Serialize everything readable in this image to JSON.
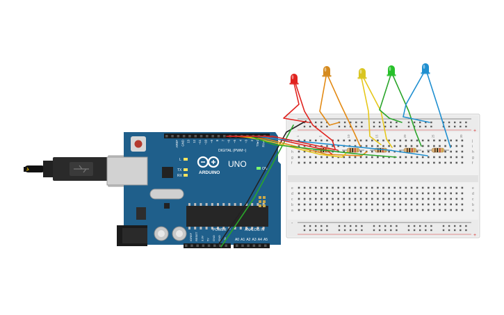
{
  "arduino": {
    "brand": "ARDUINO",
    "model": "UNO",
    "digital_label": "DIGITAL (PWM~)",
    "power_label": "POWER",
    "analog_label": "ANALOG IN",
    "led_on": "ON",
    "led_l": "L",
    "led_tx": "TX",
    "led_rx": "RX",
    "aref": "AREF",
    "gnd": "GND",
    "digital_pins": [
      "13",
      "12",
      "~11",
      "~10",
      "~9",
      "8",
      "7",
      "~6",
      "~5",
      "4",
      "~3",
      "2",
      "TX▸1",
      "RX◂0"
    ],
    "power_pins": [
      "IOREF",
      "RESET",
      "3.3V",
      "5V",
      "GND",
      "GND",
      "Vin"
    ],
    "analog_pins": [
      "A0",
      "A1",
      "A2",
      "A3",
      "A4",
      "A5"
    ]
  },
  "breadboard": {
    "rows_top": [
      "j",
      "i",
      "h",
      "g",
      "f"
    ],
    "rows_bottom": [
      "e",
      "d",
      "c",
      "b",
      "a"
    ],
    "col_numbers": [
      "1",
      "5",
      "10",
      "15",
      "20",
      "25",
      "30"
    ],
    "plus": "+",
    "minus": "-"
  },
  "leds": [
    {
      "color_name": "red",
      "color": "#e0231f"
    },
    {
      "color_name": "orange",
      "color": "#d58a1e"
    },
    {
      "color_name": "yellow",
      "color": "#d9c521"
    },
    {
      "color_name": "green",
      "color": "#27c02a"
    },
    {
      "color_name": "blue",
      "color": "#1f8fd0"
    }
  ],
  "colors": {
    "pcb": "#1f5f8b",
    "breadboard": "#f2f2f2",
    "wire_red": "#e0231f",
    "wire_orange": "#e38a14",
    "wire_yellow": "#e6c71a",
    "wire_green": "#2aa52a",
    "wire_blue": "#1f8fd0",
    "wire_black": "#222222"
  }
}
